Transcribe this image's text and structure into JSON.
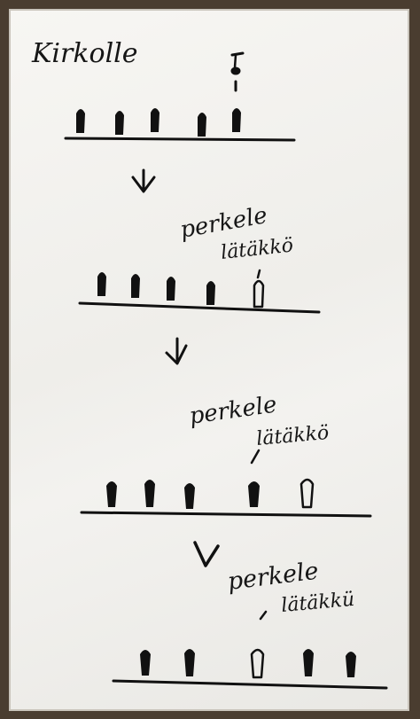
{
  "sketch": {
    "title": "Kirkolle",
    "steps": [
      {
        "line1": "perkele",
        "line2": "lätäkkö"
      },
      {
        "line1": "perkele",
        "line2": "lätäkkö"
      },
      {
        "line1": "perkele",
        "line2": "lätäkkü"
      }
    ]
  }
}
